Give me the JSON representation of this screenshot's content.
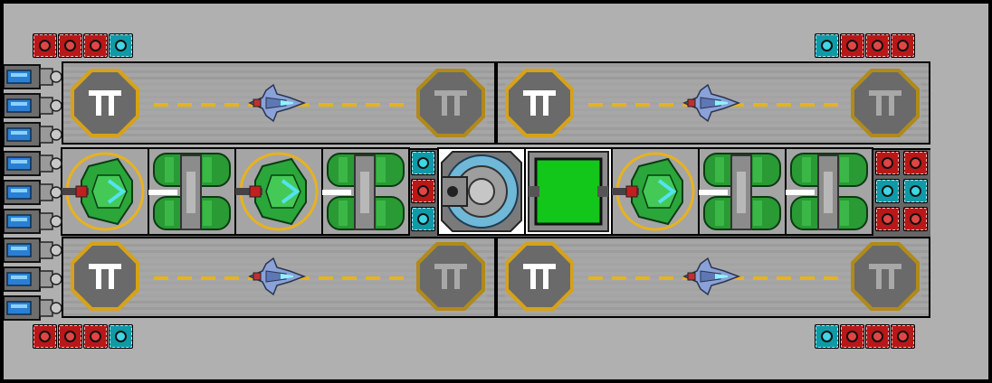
{
  "scene": {
    "title": "",
    "colors": {
      "floor": "#b0b0b0",
      "pad": "#a0a0a0",
      "pad_border": "#000000",
      "dash": "#e8b21f",
      "pad_octagon_ring": "#d6a21a",
      "reactor_green": "#12c61a",
      "block_red": "#b81818",
      "block_cyan": "#109aa8",
      "ship_blue": "#6c86c4",
      "turret_green": "#2aa63a"
    },
    "icons": {
      "pad_marker": "helipad-T-icon",
      "fighter": "fighter-ship-icon",
      "turret": "green-turret-icon",
      "fuel_tank": "green-fuel-tank-icon",
      "reactor": "reactor-core-icon",
      "power_block_red": "red-block-icon",
      "power_block_cyan": "cyan-block-icon",
      "side_connector": "blue-connector-icon"
    },
    "block_groups": {
      "top_left": [
        "red",
        "red",
        "red",
        "cyan"
      ],
      "top_right": [
        "cyan",
        "red",
        "red",
        "red"
      ],
      "bottom_left": [
        "red",
        "red",
        "red",
        "cyan"
      ],
      "bottom_right": [
        "cyan",
        "red",
        "red",
        "red"
      ],
      "mid_column_a": [
        "cyan",
        "red",
        "cyan"
      ],
      "mid_grid_right": [
        "red",
        "red",
        "cyan",
        "cyan",
        "red",
        "red"
      ]
    },
    "connector_count": 9
  }
}
